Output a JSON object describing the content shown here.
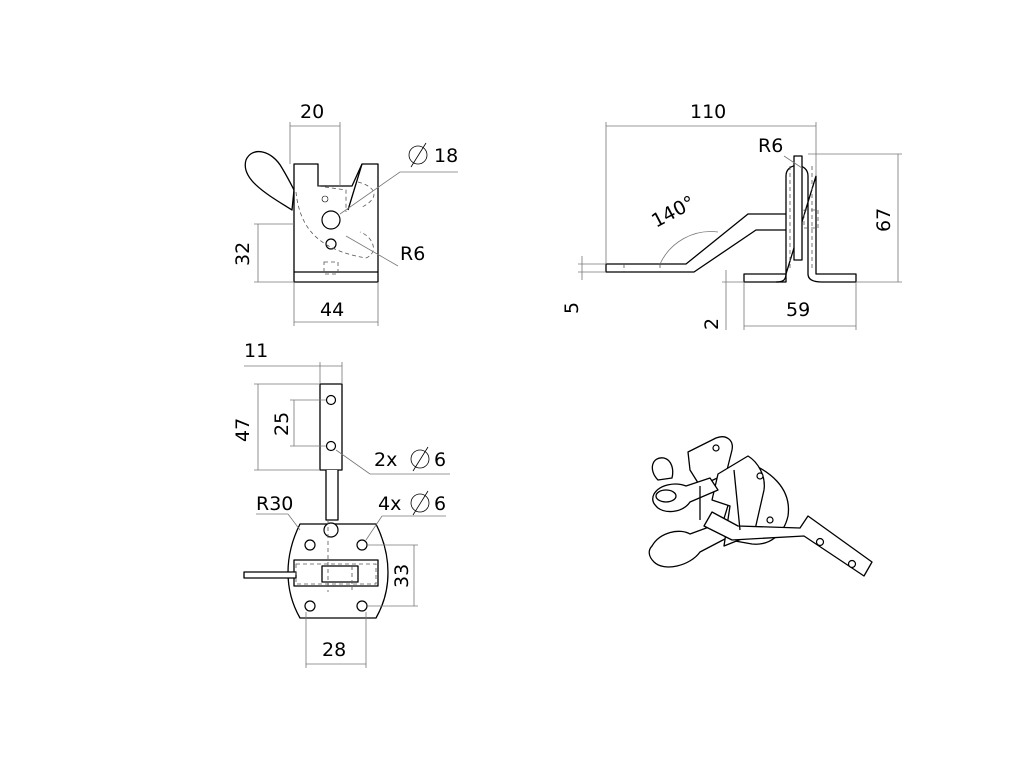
{
  "front_view": {
    "dim_width_top": "20",
    "dim_diameter_pin": "18",
    "dim_height": "32",
    "dim_radius": "R6",
    "dim_width_base": "44"
  },
  "side_view": {
    "dim_length": "110",
    "dim_radius": "R6",
    "dim_angle": "140°",
    "dim_height": "67",
    "dim_thickness": "5",
    "dim_plate": "2",
    "dim_base_length": "59"
  },
  "top_view": {
    "dim_bar_width": "11",
    "dim_hole_span": "47",
    "dim_hole_pitch": "25",
    "dim_bar_holes": "2x",
    "dim_bar_hole_dia": "6",
    "dim_plate_radius": "R30",
    "dim_plate_holes": "4x",
    "dim_plate_hole_dia": "6",
    "dim_plate_height": "33",
    "dim_plate_width": "28"
  }
}
